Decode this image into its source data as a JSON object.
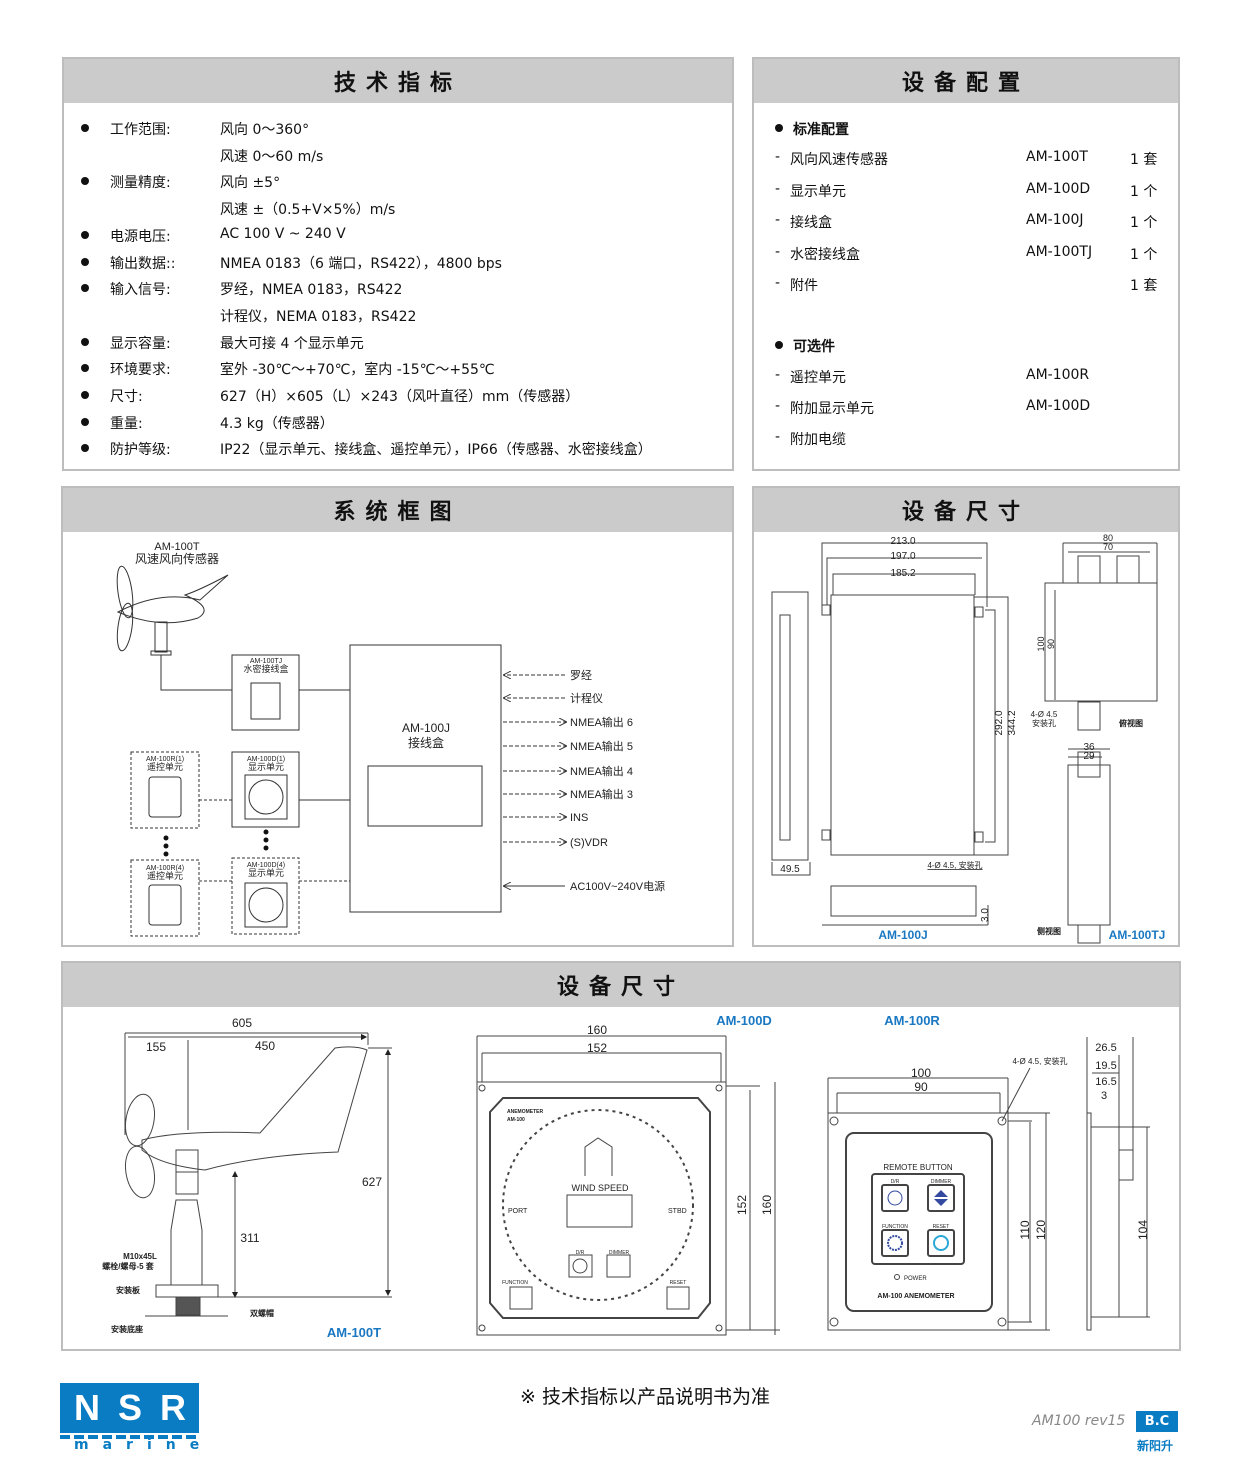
{
  "specs": {
    "title": "技术指标",
    "rows": [
      {
        "label": "工作范围:",
        "values": [
          "风向  0～360°",
          "风速  0～60 m/s"
        ]
      },
      {
        "label": "测量精度:",
        "values": [
          "风向  ±5°",
          "风速  ±（0.5+V×5%）m/s"
        ]
      },
      {
        "label": "电源电压:",
        "values": [
          "AC 100 V ~ 240 V"
        ]
      },
      {
        "label": "输出数据::",
        "values": [
          "NMEA 0183（6 端口，RS422），4800 bps"
        ]
      },
      {
        "label": "输入信号:",
        "values": [
          "罗经，NMEA 0183，RS422",
          "计程仪，NEMA 0183，RS422"
        ]
      },
      {
        "label": "显示容量:",
        "values": [
          "最大可接 4 个显示单元"
        ]
      },
      {
        "label": "环境要求:",
        "values": [
          "室外 -30℃～+70℃，室内 -15℃～+55℃"
        ]
      },
      {
        "label": "尺寸:",
        "values": [
          "627（H）×605（L）×243（风叶直径）mm（传感器）"
        ]
      },
      {
        "label": "重量:",
        "values": [
          "4.3 kg（传感器）"
        ]
      },
      {
        "label": "防护等级:",
        "values": [
          "IP22（显示单元、接线盒、遥控单元），IP66（传感器、水密接线盒）"
        ]
      }
    ]
  },
  "config": {
    "title": "设备配置",
    "standard_title": "标准配置",
    "standard": [
      {
        "name": "风向风速传感器",
        "model": "AM-100T",
        "qty": "1 套"
      },
      {
        "name": "显示单元",
        "model": "AM-100D",
        "qty": "1 个"
      },
      {
        "name": "接线盒",
        "model": "AM-100J",
        "qty": "1 个"
      },
      {
        "name": "水密接线盒",
        "model": "AM-100TJ",
        "qty": "1 个"
      },
      {
        "name": "附件",
        "model": "",
        "qty": "1 套"
      }
    ],
    "optional_title": "可选件",
    "optional": [
      {
        "name": "遥控单元",
        "model": "AM-100R"
      },
      {
        "name": "附加显示单元",
        "model": "AM-100D"
      },
      {
        "name": "附加电缆",
        "model": ""
      }
    ]
  },
  "system": {
    "title": "系统框图",
    "sensor_model": "AM-100T",
    "sensor_name": "风速风向传感器",
    "tj_model": "AM-100TJ",
    "tj_name": "水密接线盒",
    "j_model": "AM-100J",
    "j_name": "接线盒",
    "d1_model": "AM-100D(1)",
    "d4_model": "AM-100D(4)",
    "d_name": "显示单元",
    "r1_model": "AM-100R(1)",
    "r4_model": "AM-100R(4)",
    "r_name": "遥控单元",
    "inputs": [
      "罗经",
      "计程仪"
    ],
    "outputs": [
      "NMEA输出 6",
      "NMEA输出 5",
      "NMEA输出 4",
      "NMEA输出 3",
      "INS",
      "(S)VDR"
    ],
    "power": "AC100V~240V电源"
  },
  "dims_j": {
    "title": "设备尺寸",
    "w1": "213.0",
    "w2": "197.0",
    "w3": "185.2",
    "h1": "292.0",
    "h2": "344.2",
    "depth": "49.5",
    "base": "3.0",
    "holes": "4-Ø 4.5, 安装孔",
    "model_j": "AM-100J",
    "tj_w1": "80",
    "tj_w2": "70",
    "tj_h1": "100",
    "tj_h2": "90",
    "tj_holes_1": "4-Ø 4.5",
    "tj_holes_2": "安装孔",
    "tj_top_view": "俯视图",
    "tj_s1": "36",
    "tj_s2": "29",
    "tj_side_view": "侧视图",
    "model_tj": "AM-100TJ"
  },
  "dims_bottom": {
    "title": "设备尺寸",
    "t": {
      "w_total": "605",
      "w_front": "155",
      "w_tail": "450",
      "h_total": "627",
      "h_base": "311",
      "bolt_1": "M10x45L",
      "bolt_2": "螺栓/螺母-5 套",
      "plate": "安装板",
      "nut": "双螺帽",
      "base": "安装底座",
      "model": "AM-100T"
    },
    "d": {
      "model": "AM-100D",
      "w1": "160",
      "w2": "152",
      "h1": "152",
      "h2": "160",
      "brand_1": "ANEMOMETER",
      "brand_2": "AM-100",
      "wind_speed": "WIND SPEED",
      "port": "PORT",
      "stbd": "STBD",
      "btn_dr": "D/R",
      "btn_dimmer": "DIMMER",
      "btn_function": "FUNCTION",
      "btn_reset": "RESET"
    },
    "r": {
      "model": "AM-100R",
      "w1": "100",
      "w2": "90",
      "h1": "110",
      "h2": "120",
      "holes": "4-Ø 4.5, 安装孔",
      "s1": "26.5",
      "s2": "19.5",
      "s3": "16.5",
      "s4": "3",
      "side_h": "104",
      "panel_title": "REMOTE BUTTON",
      "btn_dr": "D/R",
      "btn_dimmer": "DIMMER",
      "btn_function": "FUNCTION",
      "btn_reset": "RESET",
      "power": "POWER",
      "footer": "AM-100  ANEMOMETER"
    }
  },
  "footer": {
    "note": "※ 技术指标以产品说明书为准",
    "logo_top": "NSR",
    "logo_bottom": "marine",
    "revision": "AM100 rev15",
    "badge": "B.C",
    "badge_sub": "新阳升"
  },
  "colors": {
    "brand_blue": "#0a7cc4",
    "header_gray": "#cbcbcb"
  }
}
